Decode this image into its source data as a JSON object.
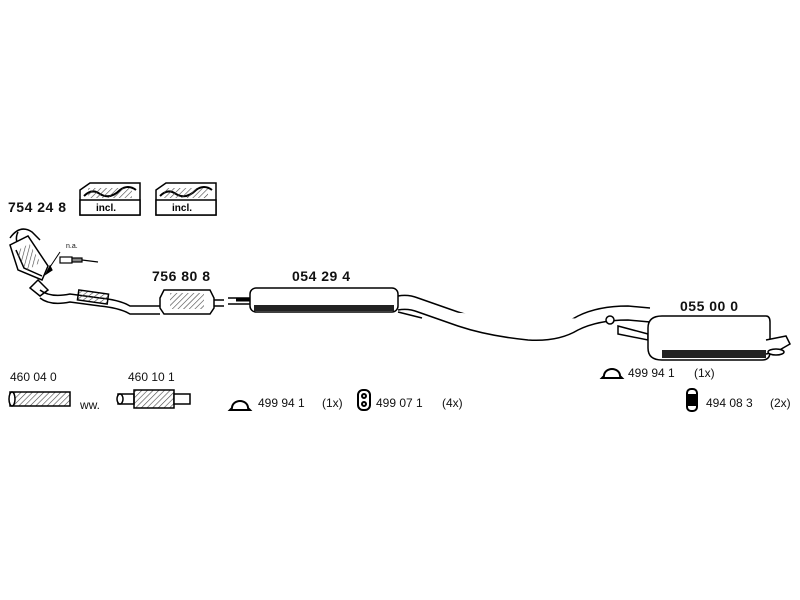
{
  "boxes": [
    {
      "label": "incl."
    },
    {
      "label": "incl."
    }
  ],
  "parts": {
    "catalyst": "754 24 8",
    "middle_cat": "756 80 8",
    "center_muffler": "054 29 4",
    "rear_muffler": "055 00 0",
    "flex1": "460 04 0",
    "flex2": "460 10 1"
  },
  "notes": {
    "na": "n.a.",
    "ww": "ww."
  },
  "fittings": [
    {
      "part": "499 94 1",
      "qty": "(1x)",
      "icon": "clamp-ring-icon"
    },
    {
      "part": "499 07 1",
      "qty": "(4x)",
      "icon": "rubber-hanger-icon"
    },
    {
      "part": "499 94 1",
      "qty": "(1x)",
      "icon": "clamp-ring-icon"
    },
    {
      "part": "494 08 3",
      "qty": "(2x)",
      "icon": "rubber-mount-icon"
    }
  ],
  "colors": {
    "line": "#000000",
    "fill": "#ffffff",
    "hatch": "#555555"
  }
}
